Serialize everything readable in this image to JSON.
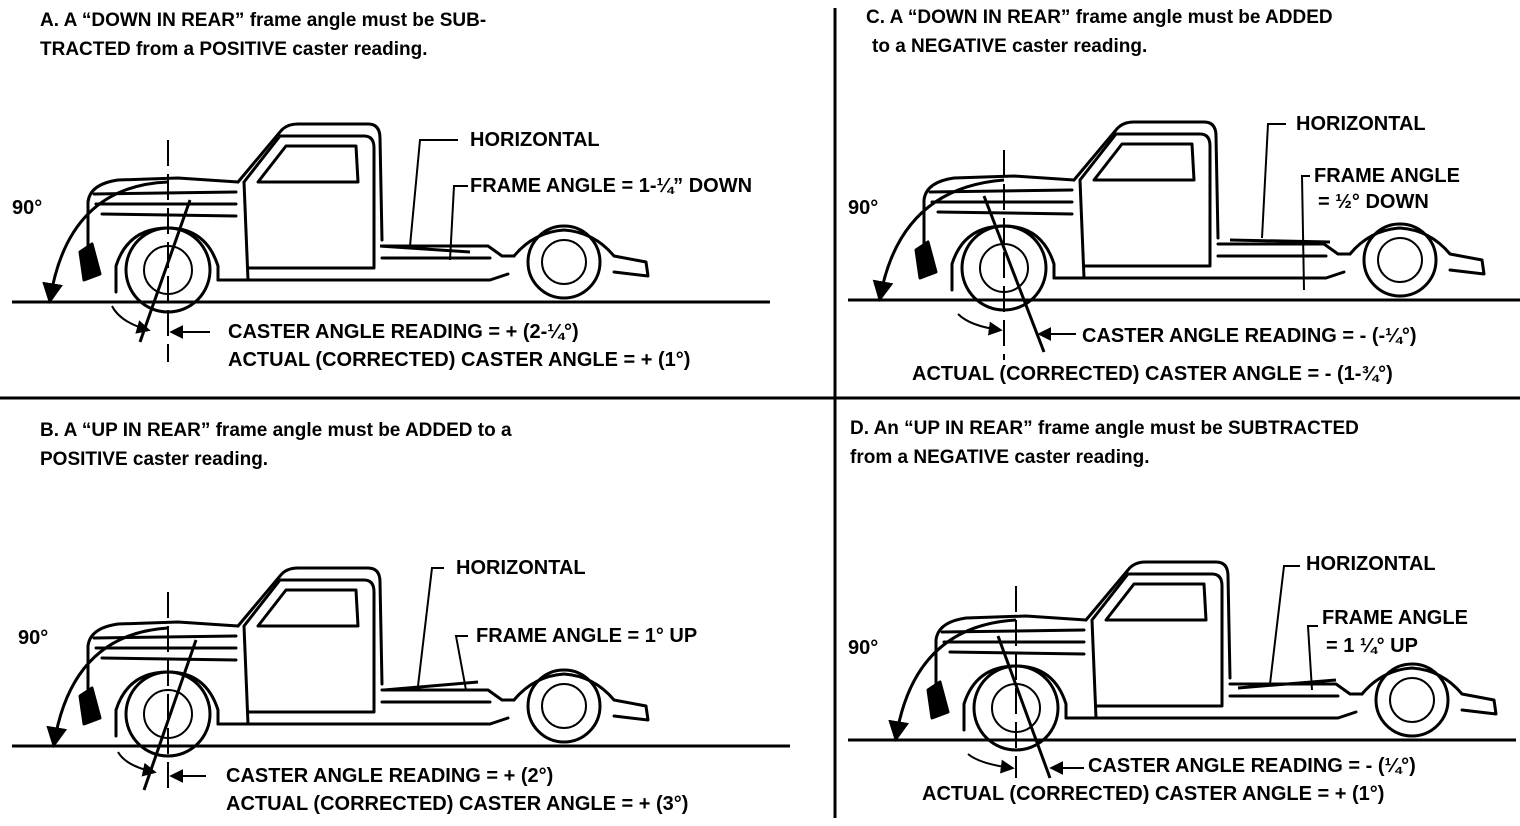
{
  "panels": [
    {
      "id": "A",
      "heading": [
        "A.  A “DOWN IN REAR” frame angle must be SUB-",
        "TRACTED from a POSITIVE caster reading."
      ],
      "right_angle": "90°",
      "horizontal": "HORIZONTAL",
      "frame_angle": [
        "FRAME ANGLE  =  1-¼” DOWN"
      ],
      "caster_reading": "CASTER ANGLE READING  =  + (2-¼°)",
      "actual_caster": "ACTUAL (CORRECTED) CASTER ANGLE  =  + (1°)"
    },
    {
      "id": "C",
      "heading": [
        "C.   A “DOWN IN REAR” frame angle must be ADDED",
        "to a  NEGATIVE caster reading."
      ],
      "right_angle": "90°",
      "horizontal": "HORIZONTAL",
      "frame_angle": [
        "FRAME ANGLE",
        "= ½° DOWN"
      ],
      "caster_reading": "CASTER ANGLE READING  =  - (-¼°)",
      "actual_caster": "ACTUAL (CORRECTED) CASTER ANGLE  =  - (1-¾°)"
    },
    {
      "id": "B",
      "heading": [
        "B.  A “UP IN REAR” frame angle must be ADDED to a",
        "POSITIVE caster reading."
      ],
      "right_angle": "90°",
      "horizontal": "HORIZONTAL",
      "frame_angle": [
        "FRAME ANGLE  =  1° UP"
      ],
      "caster_reading": "CASTER ANGLE READING  =  + (2°)",
      "actual_caster": "ACTUAL (CORRECTED) CASTER ANGLE  =  + (3°)"
    },
    {
      "id": "D",
      "heading": [
        "D.   An “UP IN REAR” frame angle must be SUBTRACTED",
        "from a NEGATIVE caster reading."
      ],
      "right_angle": "90°",
      "horizontal": "HORIZONTAL",
      "frame_angle": [
        "FRAME ANGLE",
        "= 1 ¼° UP"
      ],
      "caster_reading": "CASTER ANGLE READING  =  - (¼°)",
      "actual_caster": "ACTUAL (CORRECTED) CASTER ANGLE  =  + (1°)"
    }
  ]
}
